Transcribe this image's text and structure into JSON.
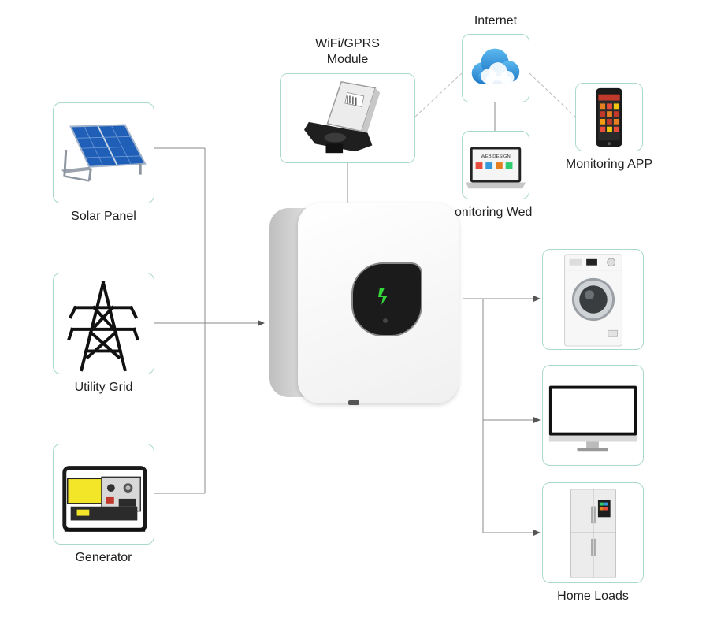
{
  "labels": {
    "solar": "Solar Panel",
    "grid": "Utility Grid",
    "generator": "Generator",
    "wifi_line1": "WiFi/GPRS",
    "wifi_line2": "Module",
    "internet": "Internet",
    "app": "Monitoring APP",
    "web": "onitoring Wed",
    "home": "Home Loads"
  },
  "screen_text": {
    "web_design": "WEB DESIGN"
  },
  "colors": {
    "box_border": "#a9d8cf",
    "line": "#8a8a8a",
    "dashed": "#bdbdbd",
    "accent_green": "#35d63a",
    "cloud_blue": "#2a8fd8"
  }
}
